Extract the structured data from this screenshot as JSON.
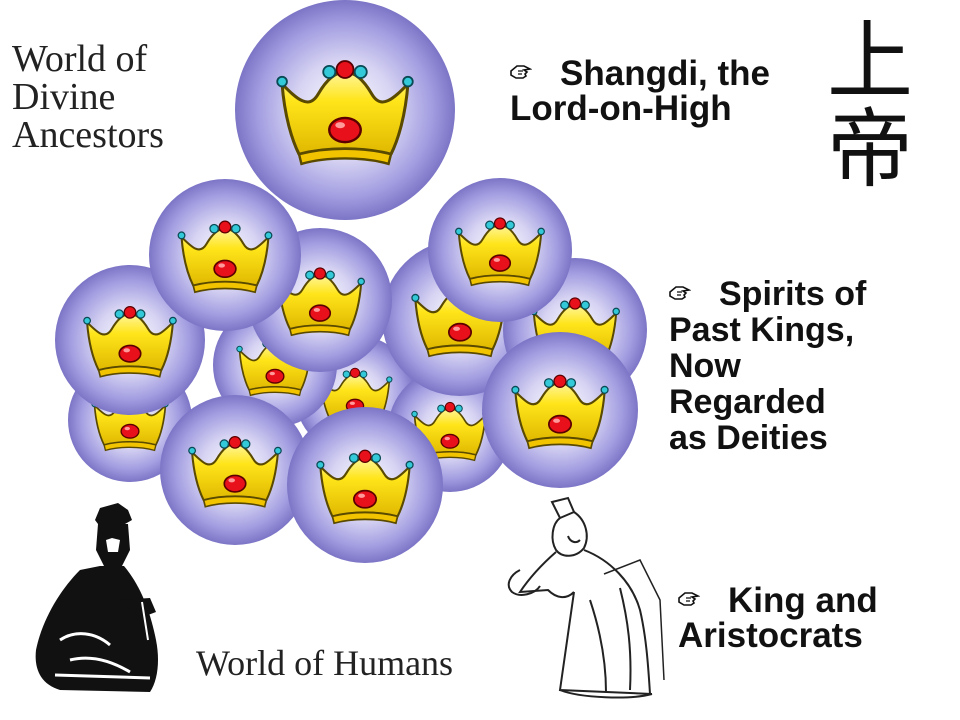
{
  "labels": {
    "world_ancestors": [
      "World of",
      "Divine",
      "Ancestors"
    ],
    "world_humans": "World of Humans"
  },
  "bullets": {
    "shangdi": [
      "Shangdi, the",
      "Lord-on-High"
    ],
    "spirits": [
      "Spirits of",
      "Past Kings,",
      "Now",
      "Regarded",
      "as Deities"
    ],
    "king": [
      "King and",
      "Aristocrats"
    ]
  },
  "hanzi": [
    "上",
    "帝"
  ],
  "icons": {
    "bullet": "pointing-hand-icon",
    "orb": "crown-icon",
    "figures": [
      "seated-king-figure",
      "bowing-aristocrat-figure"
    ]
  },
  "colors": {
    "orb_center": "#ffffff",
    "orb_mid": "#c9c6ee",
    "orb_edge": "#7c75c6",
    "crown_gold": "#ffe51a",
    "crown_outline": "#5a4a00",
    "gem_red": "#e8101a",
    "gem_teal": "#33c9d8",
    "text": "#111111"
  }
}
